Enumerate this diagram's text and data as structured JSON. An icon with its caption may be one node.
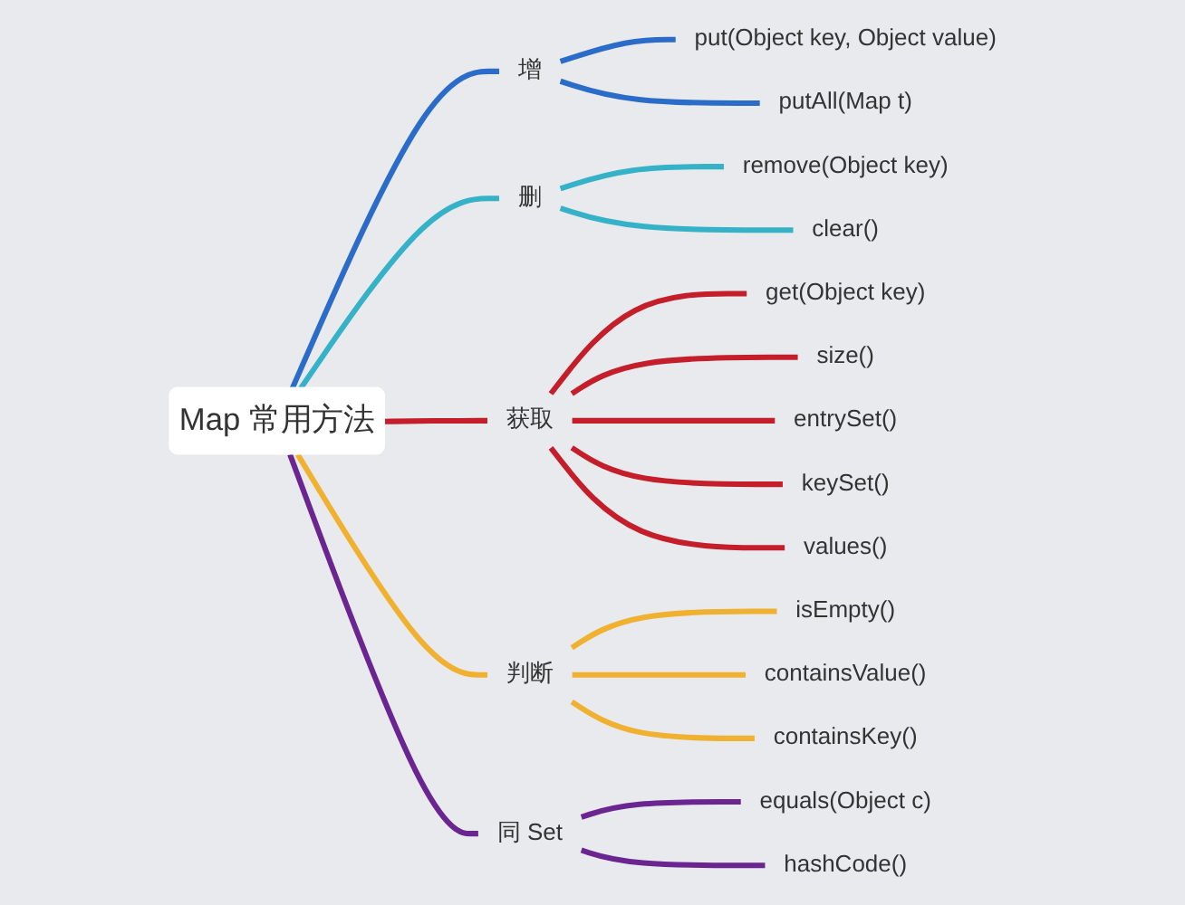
{
  "diagram": {
    "nodes": [
      {
        "text": [
          "Map 常用方法"
        ]
      },
      {
        "text": [
          "增"
        ]
      },
      {
        "text": [
          "put(Object key, Object value)"
        ]
      },
      {
        "text": [
          "putAll(Map t)"
        ]
      },
      {
        "text": [
          "删"
        ]
      },
      {
        "text": [
          "remove(Object key)"
        ]
      },
      {
        "text": [
          "clear()"
        ]
      },
      {
        "text": [
          "获取"
        ]
      },
      {
        "text": [
          "get(Object key)"
        ]
      },
      {
        "text": [
          "size()"
        ]
      },
      {
        "text": [
          "entrySet()"
        ]
      },
      {
        "text": [
          "keySet()"
        ]
      },
      {
        "text": [
          "values()"
        ]
      },
      {
        "text": [
          "判断"
        ]
      },
      {
        "text": [
          "isEmpty()"
        ]
      },
      {
        "text": [
          "containsValue()"
        ]
      },
      {
        "text": [
          "containsKey()"
        ]
      },
      {
        "text": [
          "同 Set"
        ]
      },
      {
        "text": [
          "equals(Object c)"
        ]
      },
      {
        "text": [
          "hashCode()"
        ]
      }
    ],
    "edges": [
      {
        "from": 0,
        "to": 1,
        "arrow": "none",
        "color": "#2a6cc8"
      },
      {
        "from": 1,
        "to": 2,
        "arrow": "none",
        "color": "#2a6cc8"
      },
      {
        "from": 1,
        "to": 3,
        "arrow": "none",
        "color": "#2a6cc8"
      },
      {
        "from": 0,
        "to": 4,
        "arrow": "none",
        "color": "#36b2c8"
      },
      {
        "from": 4,
        "to": 5,
        "arrow": "none",
        "color": "#36b2c8"
      },
      {
        "from": 4,
        "to": 6,
        "arrow": "none",
        "color": "#36b2c8"
      },
      {
        "from": 0,
        "to": 7,
        "arrow": "none",
        "color": "#c41e2a"
      },
      {
        "from": 7,
        "to": 8,
        "arrow": "none",
        "color": "#c41e2a"
      },
      {
        "from": 7,
        "to": 9,
        "arrow": "none",
        "color": "#c41e2a"
      },
      {
        "from": 7,
        "to": 10,
        "arrow": "none",
        "color": "#c41e2a"
      },
      {
        "from": 7,
        "to": 11,
        "arrow": "none",
        "color": "#c41e2a"
      },
      {
        "from": 7,
        "to": 12,
        "arrow": "none",
        "color": "#c41e2a"
      },
      {
        "from": 0,
        "to": 13,
        "arrow": "none",
        "color": "#f0b030"
      },
      {
        "from": 13,
        "to": 14,
        "arrow": "none",
        "color": "#f0b030"
      },
      {
        "from": 13,
        "to": 15,
        "arrow": "none",
        "color": "#f0b030"
      },
      {
        "from": 13,
        "to": 16,
        "arrow": "none",
        "color": "#f0b030"
      },
      {
        "from": 0,
        "to": 17,
        "arrow": "none",
        "color": "#6b2590"
      },
      {
        "from": 17,
        "to": 18,
        "arrow": "none",
        "color": "#6b2590"
      },
      {
        "from": 17,
        "to": 19,
        "arrow": "none",
        "color": "#6b2590"
      }
    ]
  }
}
